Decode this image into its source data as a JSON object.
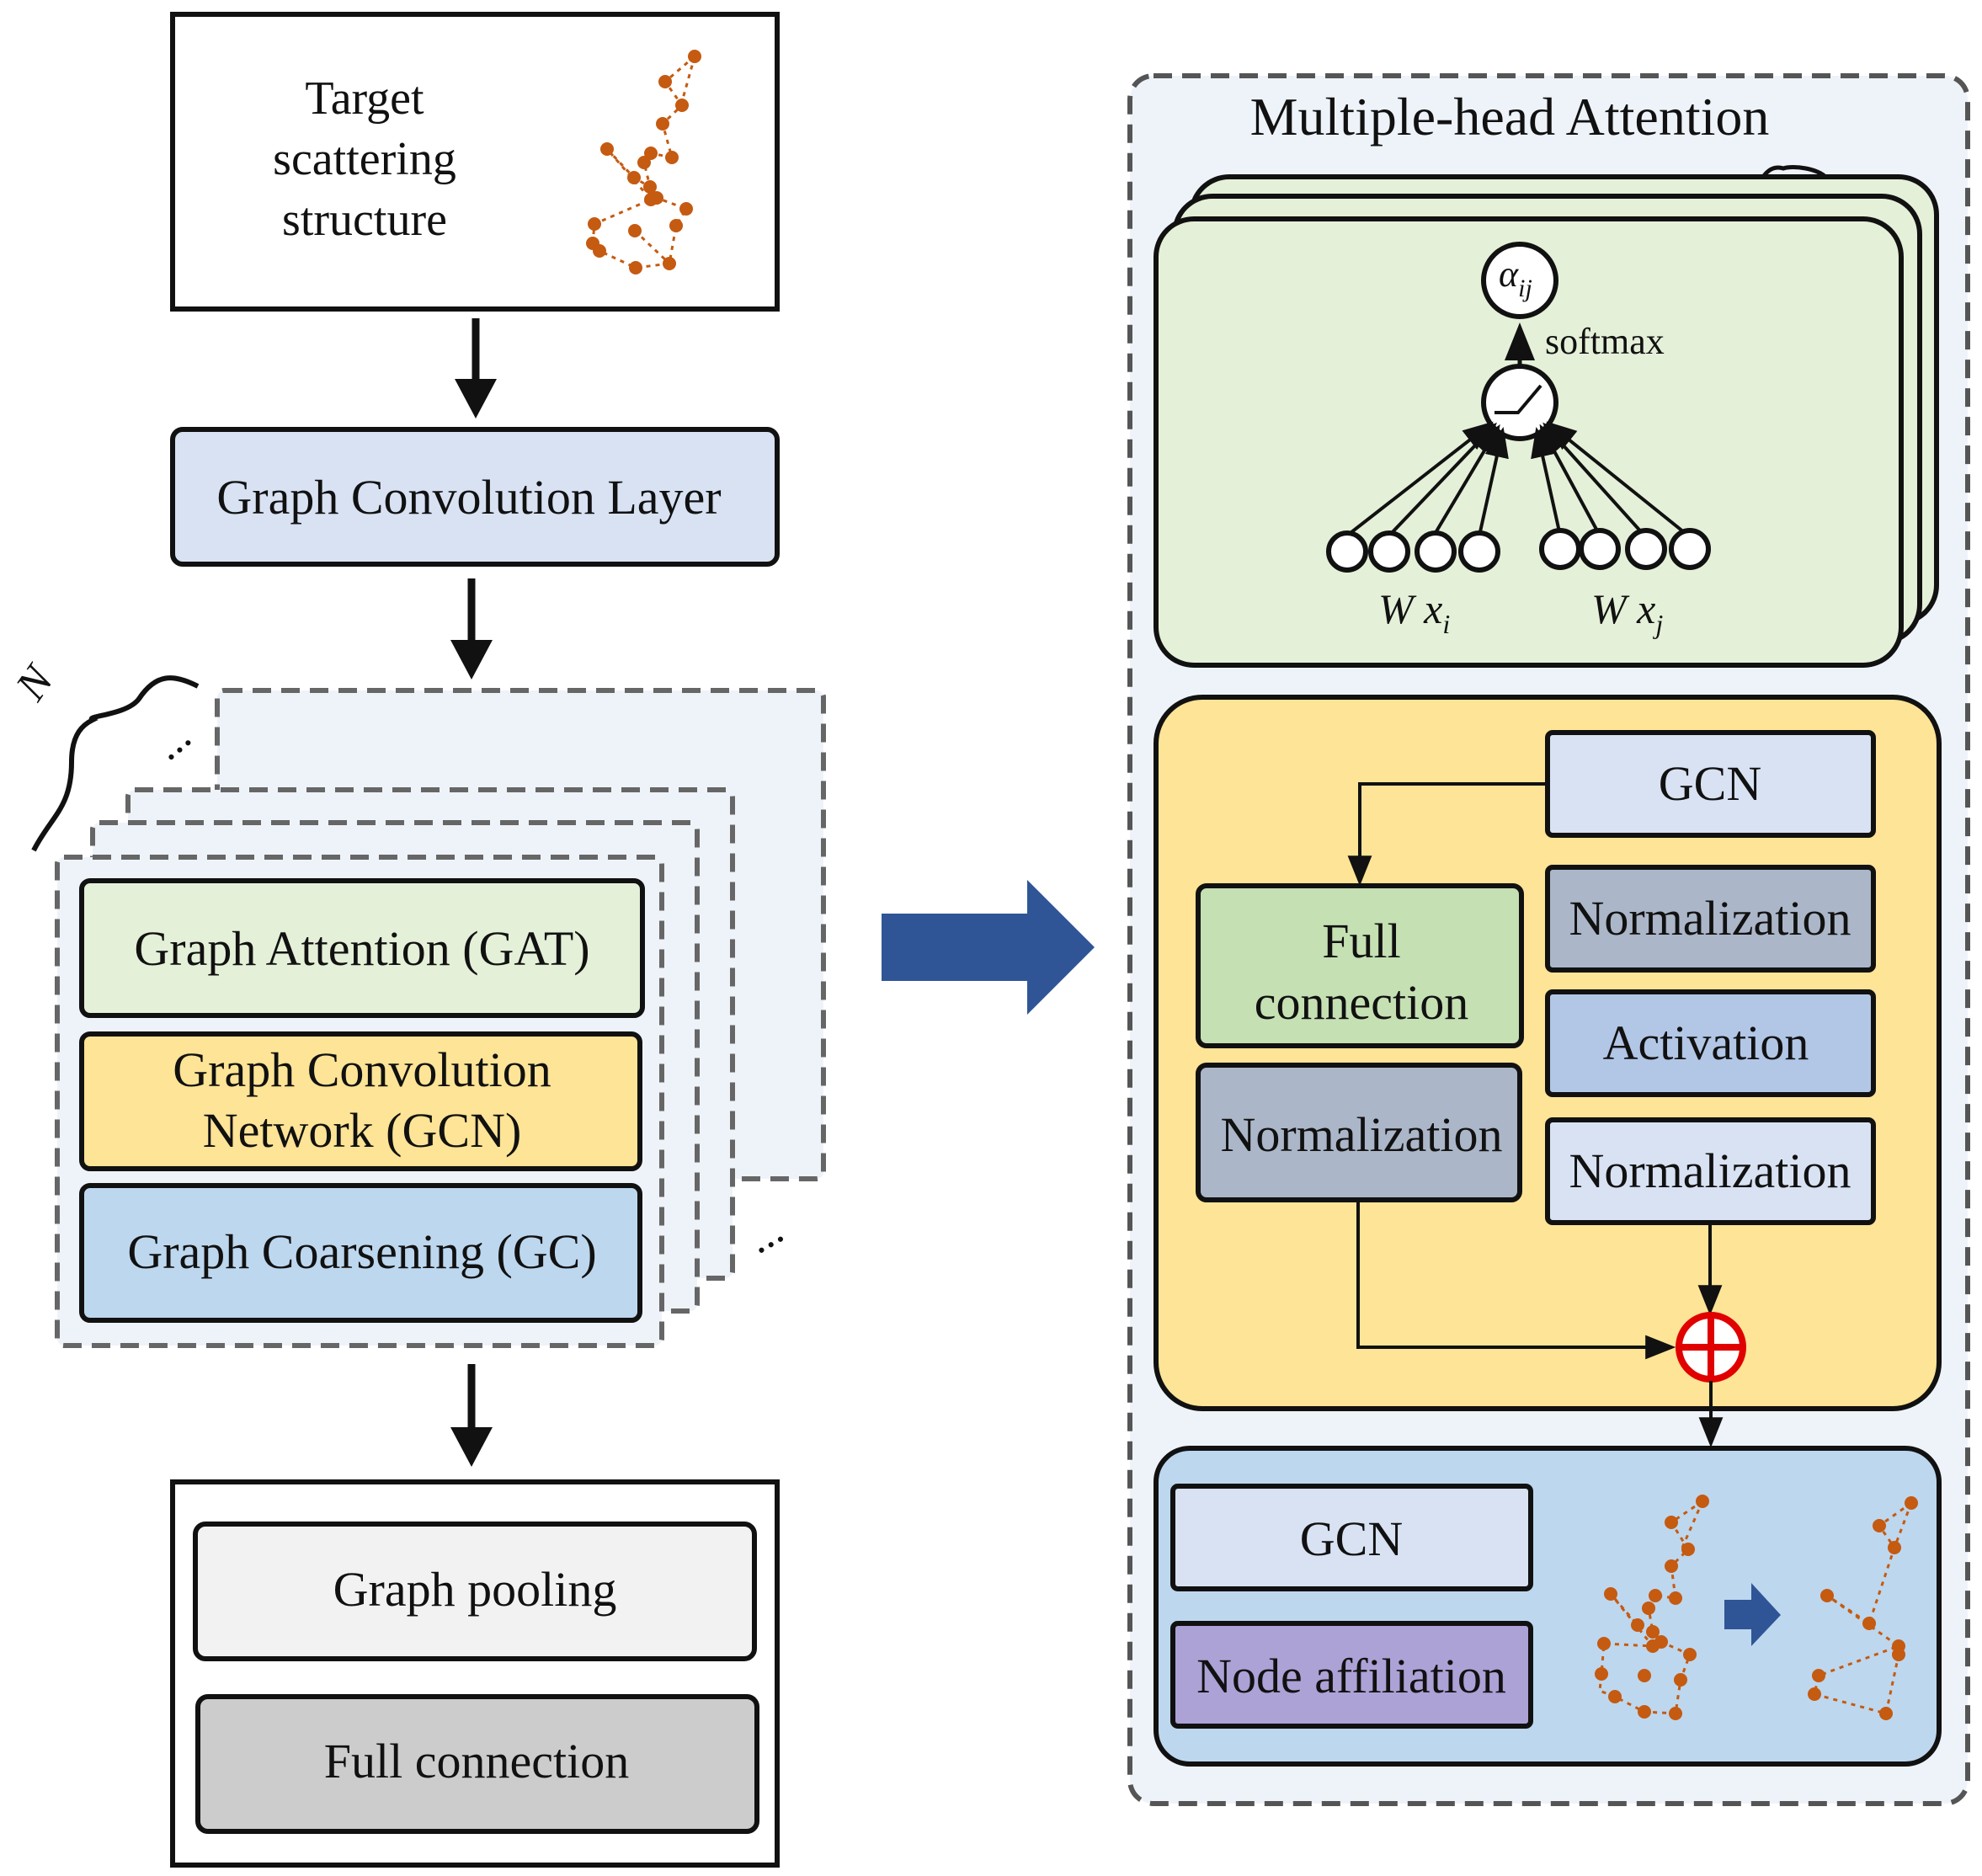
{
  "colors": {
    "stroke": "#111111",
    "dashed": "#555555",
    "gat_green": "#e4f0d8",
    "gcn_yellow": "#fde496",
    "gc_blue": "#bdd7ee",
    "light_blue": "#d8e2f3",
    "panel_bg": "#eef3fa",
    "norm_gray": "#abb6c8",
    "activation_blue": "#b2c6e6",
    "fc_green": "#c5e0b3",
    "node_purple": "#aca2d6",
    "pool_gray": "#f2f2f2",
    "fc_gray": "#cccccc",
    "arrow_blue": "#2f5597",
    "node_orange": "#c55a11",
    "plus_red": "#e00000"
  },
  "left": {
    "input_lines": [
      "Target",
      "scattering",
      "structure"
    ],
    "gcl_label": "Graph Convolution Layer",
    "n_label": "N",
    "gat_label": "Graph Attention (GAT)",
    "gcn_lines": [
      "Graph Convolution",
      "Network (GCN)"
    ],
    "gc_label": "Graph Coarsening (GC)",
    "pool_label": "Graph pooling",
    "fc_label": "Full connection",
    "ellipsis": "..."
  },
  "right": {
    "title": "Multiple-head Attention",
    "attention": {
      "alpha_base": "α",
      "alpha_sub": "ij",
      "softmax": "softmax",
      "wx_i_base": "W x",
      "wx_i_sub": "i",
      "wx_j_base": "W x",
      "wx_j_sub": "j"
    },
    "gcn_block": {
      "gcn": "GCN",
      "norm_top": "Normalization",
      "activation": "Activation",
      "norm_bottom": "Normalization",
      "fc_lines": [
        "Full",
        "connection"
      ],
      "norm_left": "Normalization"
    },
    "coarsen_block": {
      "gcn": "GCN",
      "node_affiliation": "Node affiliation"
    }
  }
}
